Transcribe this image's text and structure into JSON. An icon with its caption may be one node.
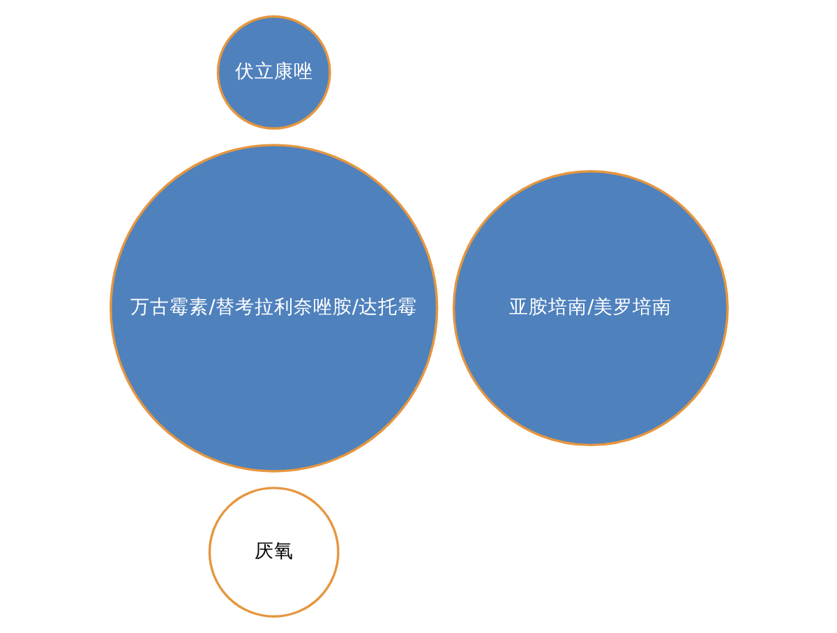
{
  "diagram": {
    "nodes": [
      {
        "text": [
          "伏立康唑"
        ]
      },
      {
        "text": [
          "万古霉素/替考拉利奈唑胺/达托霉"
        ]
      },
      {
        "text": [
          "亚胺培南/美罗培南"
        ]
      },
      {
        "text": [
          "厌氧"
        ]
      }
    ]
  }
}
